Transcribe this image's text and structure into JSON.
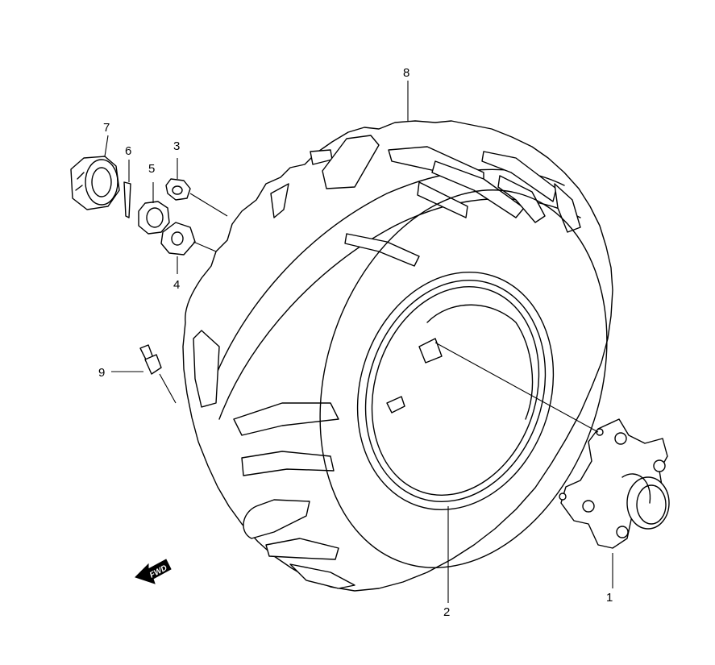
{
  "callouts": {
    "p1": "1",
    "p2": "2",
    "p3": "3",
    "p4": "4",
    "p5": "5",
    "p6": "6",
    "p7": "7",
    "p8": "8",
    "p9": "9"
  },
  "fwd_label": "FWD",
  "colors": {
    "line": "#000000",
    "background": "#ffffff"
  }
}
